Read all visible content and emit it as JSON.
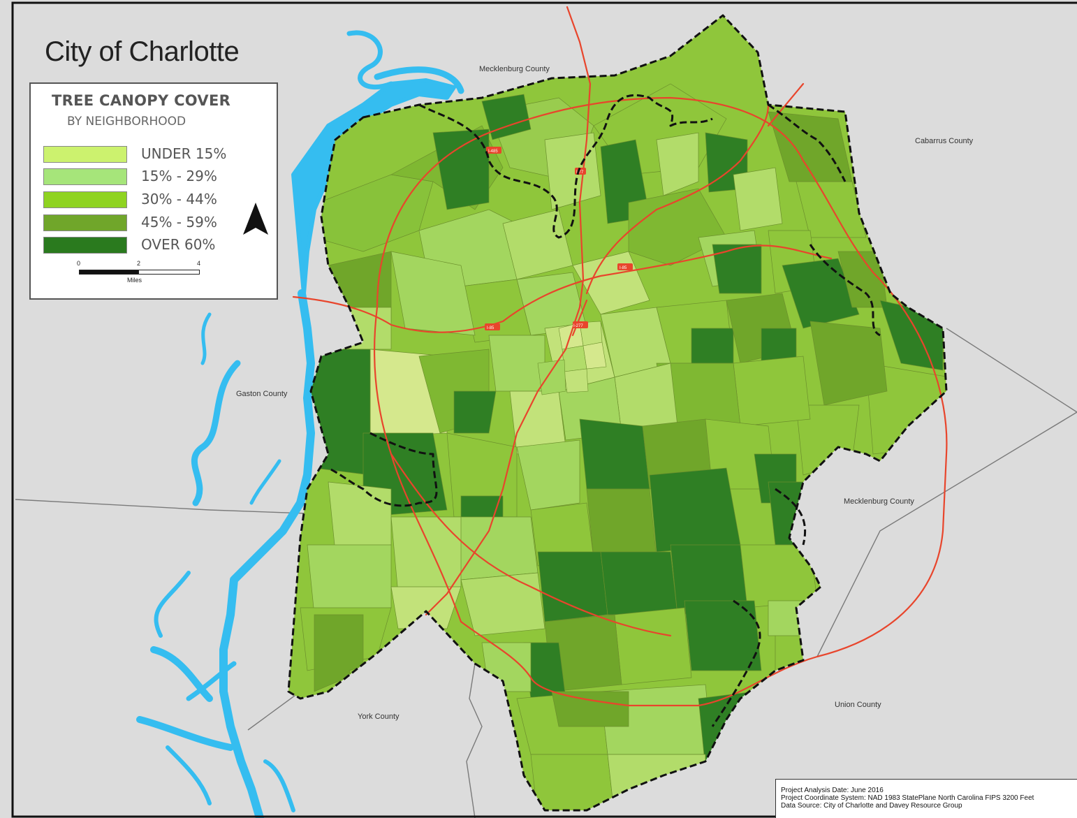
{
  "map": {
    "title": "City of Charlotte",
    "legend": {
      "title": "TREE CANOPY COVER",
      "subtitle": "BY NEIGHBORHOOD",
      "classes": [
        {
          "label": "UNDER 15%",
          "color": "#ccf26e"
        },
        {
          "label": "15% - 29%",
          "color": "#a6e57a"
        },
        {
          "label": "30% - 44%",
          "color": "#8fd321"
        },
        {
          "label": "45% - 59%",
          "color": "#70a62a"
        },
        {
          "label": "OVER 60%",
          "color": "#2a7a1e"
        }
      ],
      "scale_bar": {
        "ticks": [
          "0",
          "2",
          "4"
        ],
        "units": "Miles"
      }
    },
    "county_labels": {
      "mecklenburg_north": "Mecklenburg County",
      "cabarrus": "Cabarrus County",
      "gaston": "Gaston County",
      "mecklenburg_east": "Mecklenburg County",
      "union": "Union County",
      "york": "York County"
    },
    "road_labels": {
      "i485_north": "I-485",
      "i77": "I-77",
      "i85_east": "I-85",
      "i85_west": "I-85",
      "i277": "I-277"
    },
    "metadata": {
      "analysis_date": "Project Analysis Date: June 2016",
      "coordinate_system": "Project Coordinate System: NAD 1983 StatePlane North Carolina FIPS 3200 Feet",
      "data_source": "Data Source: City of Charlotte and Davey Resource Group"
    },
    "colors": {
      "background": "#dcdcdc",
      "water": "#35bdf0",
      "highways": "#e8452c",
      "city_boundary": "#111111",
      "county_lines": "#7a7a7a"
    }
  }
}
